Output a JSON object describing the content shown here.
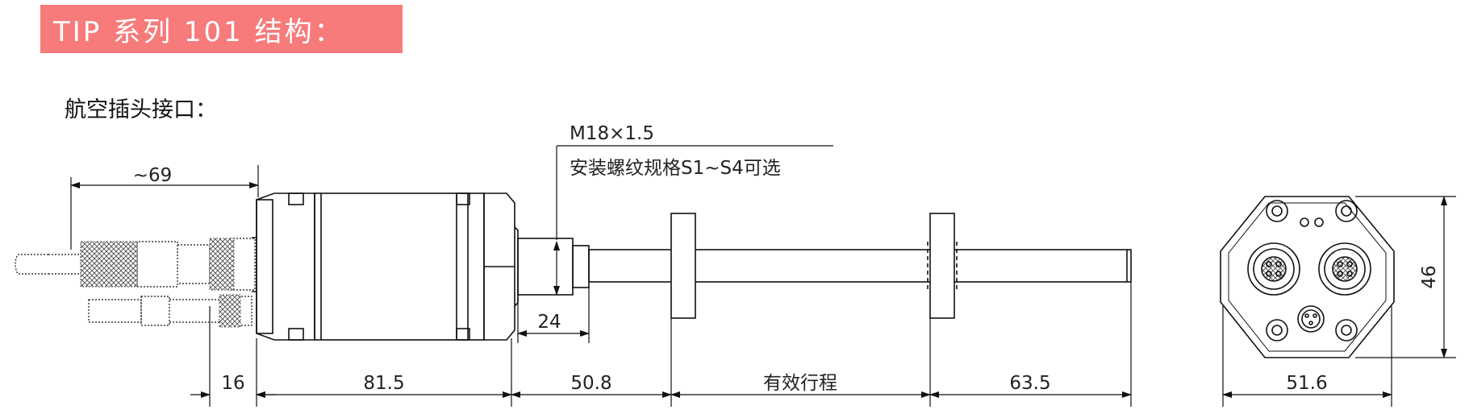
{
  "header": {
    "title": "TIP 系列 101 结构："
  },
  "section": {
    "subtitle": "航空插头接口："
  },
  "callout": {
    "thread": "M18×1.5",
    "note": "安装螺纹规格S1~S4可选"
  },
  "dimensions": {
    "cable_length": "~69",
    "connector_offset": "16",
    "housing_length": "81.5",
    "thread_length": "24",
    "rod_null_zone": "50.8",
    "stroke": "有效行程",
    "rod_dead_zone": "63.5",
    "end_width": "51.6",
    "end_height": "46"
  },
  "colors": {
    "title_bg": "#f67b7a",
    "title_text": "#ffffff",
    "line": "#111111"
  }
}
